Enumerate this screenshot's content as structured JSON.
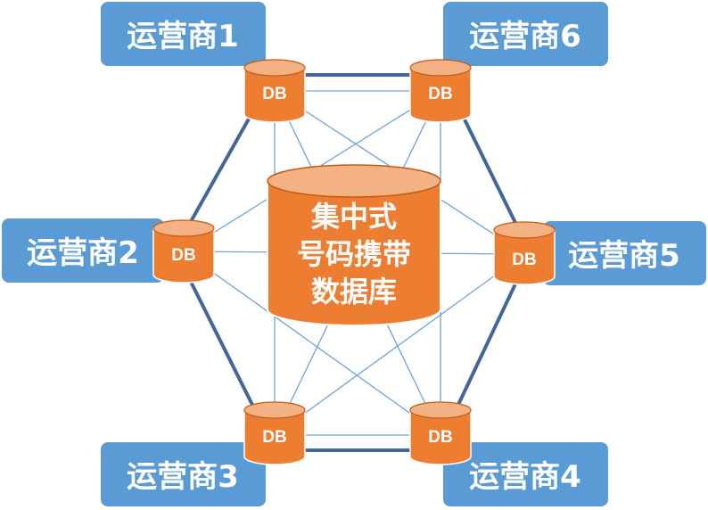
{
  "operators": [
    {
      "id": "op1",
      "label": "运营商1",
      "db": "DB"
    },
    {
      "id": "op2",
      "label": "运营商2",
      "db": "DB"
    },
    {
      "id": "op3",
      "label": "运营商3",
      "db": "DB"
    },
    {
      "id": "op4",
      "label": "运营商4",
      "db": "DB"
    },
    {
      "id": "op5",
      "label": "运营商5",
      "db": "DB"
    },
    {
      "id": "op6",
      "label": "运营商6",
      "db": "DB"
    }
  ],
  "center": {
    "lines": [
      "集中式",
      "号码携带",
      "数据库"
    ]
  },
  "colors": {
    "label_box": "#5b9bd5",
    "db_body": "#ed7d31",
    "db_top": "#f4b183",
    "ring_line": "#41679a",
    "mesh_line": "#6fa3d4"
  }
}
